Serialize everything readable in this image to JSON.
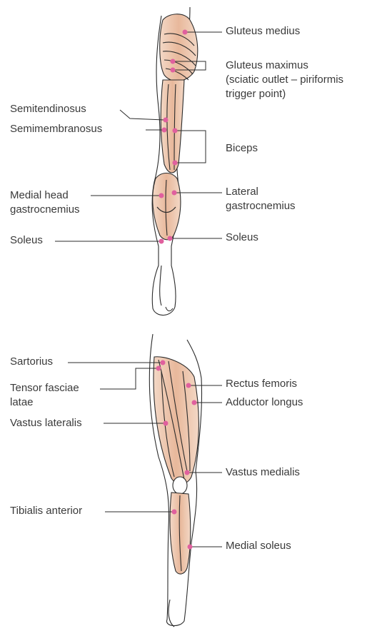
{
  "colors": {
    "muscle_fill": "#ecc3a8",
    "muscle_shade": "#d99e80",
    "outline": "#2b2b2b",
    "trigger_point": "#e0609e",
    "leader_line": "#2b2b2b",
    "text": "#3a3a3a"
  },
  "posterior_view": {
    "labels": {
      "gluteus_medius": "Gluteus medius",
      "gluteus_maximus": [
        "Gluteus maximus",
        "(sciatic outlet – piriformis",
        "trigger point)"
      ],
      "semitendinosus": "Semitendinosus",
      "semimembranosus": "Semimembranosus",
      "biceps": "Biceps",
      "medial_head_gastrocnemius": [
        "Medial head",
        "gastrocnemius"
      ],
      "lateral_gastrocnemius": [
        "Lateral",
        "gastrocnemius"
      ],
      "soleus_left": "Soleus",
      "soleus_right": "Soleus"
    }
  },
  "anterior_view": {
    "labels": {
      "sartorius": "Sartorius",
      "tensor_fasciae_latae": [
        "Tensor fasciae",
        "latae"
      ],
      "vastus_lateralis": "Vastus lateralis",
      "rectus_femoris": "Rectus femoris",
      "adductor_longus": "Adductor longus",
      "vastus_medialis": "Vastus medialis",
      "tibialis_anterior": "Tibialis anterior",
      "medial_soleus": "Medial soleus"
    }
  }
}
